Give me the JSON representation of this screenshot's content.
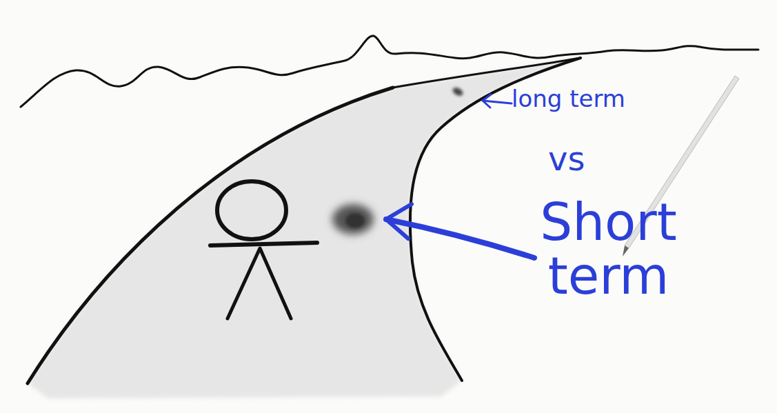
{
  "diagram": {
    "labels": [
      "long term",
      "vs",
      "Short term"
    ]
  }
}
